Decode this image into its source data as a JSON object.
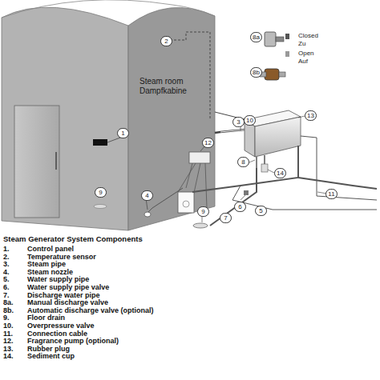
{
  "diagram": {
    "title": "Steam Generator System Components",
    "nodes": [
      {
        "text": [
          "Steam room Dampfkabine"
        ]
      }
    ],
    "labels": [
      "1",
      "2",
      "3",
      "4",
      "5",
      "6",
      "7",
      "8",
      "8a",
      "8b",
      "9",
      "9",
      "10",
      "11",
      "12",
      "13",
      "14",
      "Closed",
      "Zu",
      "Open",
      "Auf",
      "1.",
      "Control panel",
      "2.",
      "Temperature sensor",
      "3.",
      "Steam pipe",
      "4.",
      "Steam nozzle",
      "5.",
      "Water supply pipe",
      "6.",
      "Water supply pipe valve",
      "7.",
      "Discharge water pipe",
      "8a.",
      "Manual discharge valve",
      "8b.",
      "Automatic discharge valve (optional)",
      "9.",
      "Floor drain",
      "10.",
      "Overpressure valve",
      "11.",
      "Connection cable",
      "12.",
      "Fragrance pump (optional)",
      "13.",
      "Rubber plug",
      "14.",
      "Sediment cup"
    ]
  }
}
